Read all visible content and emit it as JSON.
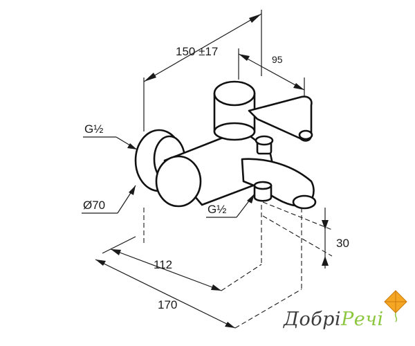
{
  "diagram": {
    "dimensions": {
      "width_top": "150 ±17",
      "depth_top": "95",
      "depth_bottom": "112",
      "width_bottom": "170",
      "height_outlet": "30"
    },
    "labels": {
      "inlet_thread": "G½",
      "outlet_thread": "G½",
      "rosette_diameter": "Ø70"
    }
  },
  "brand": {
    "name_part1": "Добрі",
    "name_part2": "Речі",
    "accent_color": "#8cc63f"
  }
}
